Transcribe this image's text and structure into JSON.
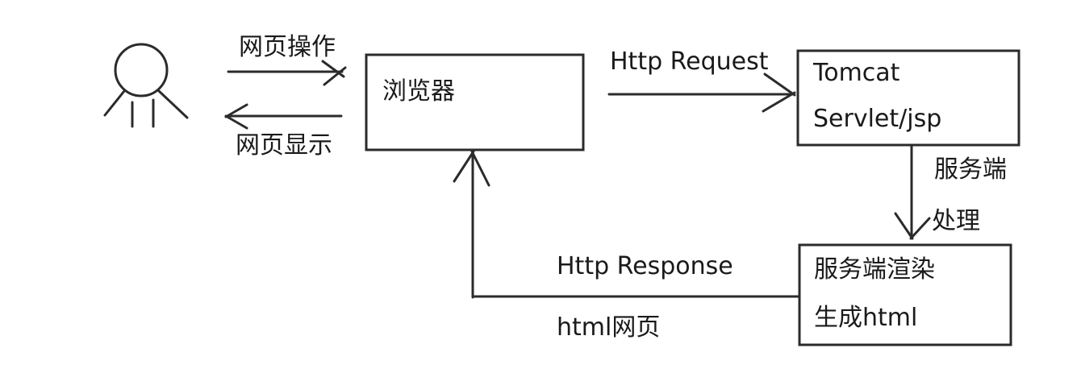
{
  "diagram": {
    "title": "Browser Server Request Response Flow",
    "stroke_color": "#2b2b2b",
    "text_color": "#1a1a1a",
    "background_color": "#ffffff",
    "actor": {
      "name": "user-stick-figure",
      "label": ""
    },
    "nodes": [
      {
        "id": "browser",
        "lines": [
          "浏览器"
        ]
      },
      {
        "id": "tomcat",
        "lines": [
          "Tomcat",
          "Servlet/jsp"
        ]
      },
      {
        "id": "render",
        "lines": [
          "服务端渲染",
          "生成html"
        ]
      }
    ],
    "edges": [
      {
        "id": "user-to-browser",
        "label": "网页操作",
        "direction": "right"
      },
      {
        "id": "browser-to-user",
        "label": "网页显示",
        "direction": "left"
      },
      {
        "id": "browser-to-tomcat",
        "label": "Http Request",
        "direction": "right"
      },
      {
        "id": "tomcat-to-render",
        "label_primary": "服务端",
        "label_secondary": "处理",
        "direction": "down"
      },
      {
        "id": "render-to-browser",
        "label_primary": "Http Response",
        "label_secondary": "html网页",
        "direction": "up-left"
      }
    ]
  }
}
